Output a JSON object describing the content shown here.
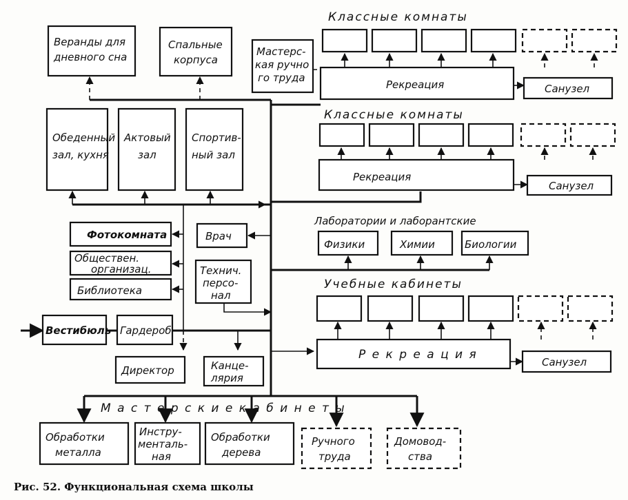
{
  "labels": {
    "verandy_1": "Веранды для",
    "verandy_2": "дневного сна",
    "spalnye_1": "Спальные",
    "spalnye_2": "корпуса",
    "masterskaya_1": "Мастерс-",
    "masterskaya_2": "кая ручно",
    "masterskaya_3": "го труда",
    "klassnye_1": "Классные    комнаты",
    "klassnye_2": "Классные    комнаты",
    "rekreaciya_1": "Рекреация",
    "rekreaciya_2": "Рекреация",
    "rekreaciya_3": "Р е к р е а ц и я",
    "sanuzel_1": "Санузел",
    "sanuzel_2": "Санузел",
    "sanuzel_3": "Санузел",
    "obed_1": "Обеденный",
    "obed_2": "зал, кухня",
    "akt_1": "Актовый",
    "akt_2": "зал",
    "sport_1": "Спортив-",
    "sport_2": "ный зал",
    "foto": "Фотокомната",
    "obsh_1": "Обществен.",
    "obsh_2": "организац.",
    "biblioteka": "Библиотека",
    "vrach": "Врач",
    "tech_1": "Технич.",
    "tech_2": "персо-",
    "tech_3": "нал",
    "labs_title": "Лаборатории   и   лаборантские",
    "fiziki": "Физики",
    "himii": "Химии",
    "biologii": "Биологии",
    "uchebnye": "Учебные     кабинеты",
    "vestibul": "Вестибюль",
    "garderob": "Гардероб",
    "direktor": "Директор",
    "kanc_1": "Канце-",
    "kanc_2": "лярия",
    "masterskie": "М а с т е р с к и е      к а б и н е т ы",
    "metal_1": "Обработки",
    "metal_2": "металла",
    "instr_1": "Инстру-",
    "instr_2": "менталь-",
    "instr_3": "ная",
    "derevo_1": "Обработки",
    "derevo_2": "дерева",
    "ruch_1": "Ручного",
    "ruch_2": "труда",
    "domo_1": "Домовод-",
    "domo_2": "ства",
    "caption": "Рис.  52.  Функциональная  схема  школы"
  }
}
